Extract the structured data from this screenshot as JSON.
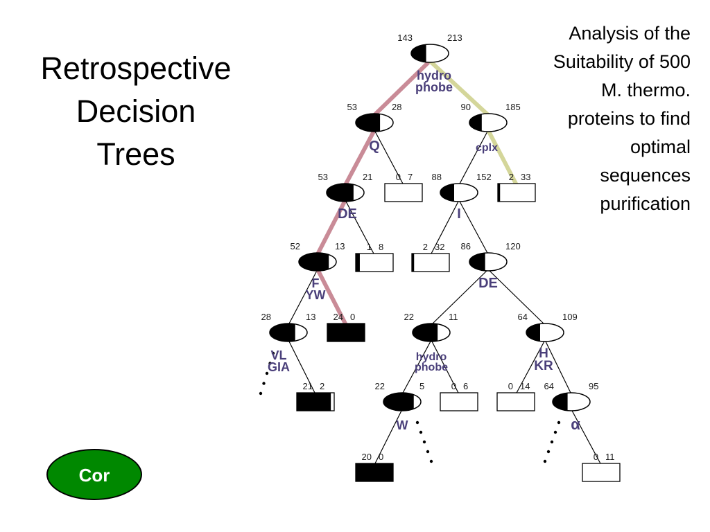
{
  "slide": {
    "title_lines": [
      "Retrospective",
      "Decision",
      "Trees"
    ],
    "caption_lines": [
      "Analysis of the",
      "Suitability of 500",
      "M. thermo.",
      "proteins to find",
      "optimal",
      "sequences",
      "purification"
    ],
    "button_label": "Cor"
  },
  "colors": {
    "path_pink": "#c98b97",
    "path_green": "#d4d69a",
    "node_fill": "#000000",
    "label_text": "#4a3f7a",
    "button_green": "#008800"
  },
  "tree": {
    "nodes": [
      {
        "id": "n1",
        "kind": "split",
        "fill": 0.4,
        "left": "143",
        "right": "213",
        "label": [
          "hydro",
          "phobe"
        ]
      },
      {
        "id": "n2",
        "kind": "split",
        "fill": 0.65,
        "left": "53",
        "right": "28",
        "label": [
          "Q"
        ]
      },
      {
        "id": "n3",
        "kind": "split",
        "fill": 0.33,
        "left": "90",
        "right": "185",
        "label": [
          "cplx"
        ]
      },
      {
        "id": "n4",
        "kind": "leaf",
        "fill": 0.0,
        "left": "0",
        "right": "7"
      },
      {
        "id": "n5",
        "kind": "split",
        "fill": 0.72,
        "left": "53",
        "right": "21",
        "label": [
          "DE"
        ]
      },
      {
        "id": "n6",
        "kind": "split",
        "fill": 0.37,
        "left": "88",
        "right": "152",
        "label": [
          "I"
        ]
      },
      {
        "id": "n7",
        "kind": "leaf",
        "fill": 0.06,
        "left": "2",
        "right": "33"
      },
      {
        "id": "n8",
        "kind": "split",
        "fill": 0.8,
        "left": "52",
        "right": "13",
        "label": [
          "F",
          "YW"
        ]
      },
      {
        "id": "n9",
        "kind": "leaf",
        "fill": 0.11,
        "left": "1",
        "right": "8"
      },
      {
        "id": "n10",
        "kind": "leaf",
        "fill": 0.06,
        "left": "2",
        "right": "32"
      },
      {
        "id": "n11",
        "kind": "split",
        "fill": 0.42,
        "left": "86",
        "right": "120",
        "label": [
          "DE"
        ]
      },
      {
        "id": "n12",
        "kind": "split",
        "fill": 0.68,
        "left": "28",
        "right": "13",
        "label": [
          "VL",
          "GIA"
        ]
      },
      {
        "id": "n13",
        "kind": "leaf",
        "fill": 1.0,
        "left": "24",
        "right": "0"
      },
      {
        "id": "n14",
        "kind": "split",
        "fill": 0.67,
        "left": "22",
        "right": "11",
        "label": [
          "hydro",
          "phobe"
        ]
      },
      {
        "id": "n15",
        "kind": "split",
        "fill": 0.37,
        "left": "64",
        "right": "109",
        "label": [
          "H",
          "KR"
        ]
      },
      {
        "id": "n16",
        "kind": "leaf",
        "fill": 0.91,
        "left": "21",
        "right": "2"
      },
      {
        "id": "n17",
        "kind": "split",
        "fill": 0.81,
        "left": "22",
        "right": "5",
        "label": [
          "W"
        ]
      },
      {
        "id": "n18",
        "kind": "leaf",
        "fill": 0.0,
        "left": "0",
        "right": "6"
      },
      {
        "id": "n19",
        "kind": "leaf",
        "fill": 0.0,
        "left": "0",
        "right": "14"
      },
      {
        "id": "n20",
        "kind": "split",
        "fill": 0.4,
        "left": "64",
        "right": "95",
        "label": [
          "α"
        ]
      },
      {
        "id": "n21",
        "kind": "leaf",
        "fill": 1.0,
        "left": "20",
        "right": "0"
      },
      {
        "id": "n22",
        "kind": "leaf",
        "fill": 0.0,
        "left": "0",
        "right": "11"
      }
    ],
    "edges": [
      {
        "from": "n1",
        "to": "n2",
        "style": "pink"
      },
      {
        "from": "n1",
        "to": "n3",
        "style": "green"
      },
      {
        "from": "n2",
        "to": "n5",
        "style": "pink"
      },
      {
        "from": "n2",
        "to": "n4",
        "style": "plain"
      },
      {
        "from": "n3",
        "to": "n6",
        "style": "plain"
      },
      {
        "from": "n3",
        "to": "n7",
        "style": "green"
      },
      {
        "from": "n5",
        "to": "n8",
        "style": "pink"
      },
      {
        "from": "n5",
        "to": "n9",
        "style": "plain"
      },
      {
        "from": "n6",
        "to": "n10",
        "style": "plain"
      },
      {
        "from": "n6",
        "to": "n11",
        "style": "plain"
      },
      {
        "from": "n8",
        "to": "n12",
        "style": "plain"
      },
      {
        "from": "n8",
        "to": "n13",
        "style": "pink"
      },
      {
        "from": "n12",
        "to": "n16",
        "style": "plain"
      },
      {
        "from": "n11",
        "to": "n14",
        "style": "plain"
      },
      {
        "from": "n11",
        "to": "n15",
        "style": "plain"
      },
      {
        "from": "n14",
        "to": "n17",
        "style": "plain"
      },
      {
        "from": "n14",
        "to": "n18",
        "style": "plain"
      },
      {
        "from": "n15",
        "to": "n19",
        "style": "plain"
      },
      {
        "from": "n15",
        "to": "n20",
        "style": "plain"
      },
      {
        "from": "n17",
        "to": "n21",
        "style": "plain"
      },
      {
        "from": "n20",
        "to": "n22",
        "style": "plain"
      }
    ],
    "continuations": [
      "n12",
      "n17",
      "n20"
    ]
  }
}
